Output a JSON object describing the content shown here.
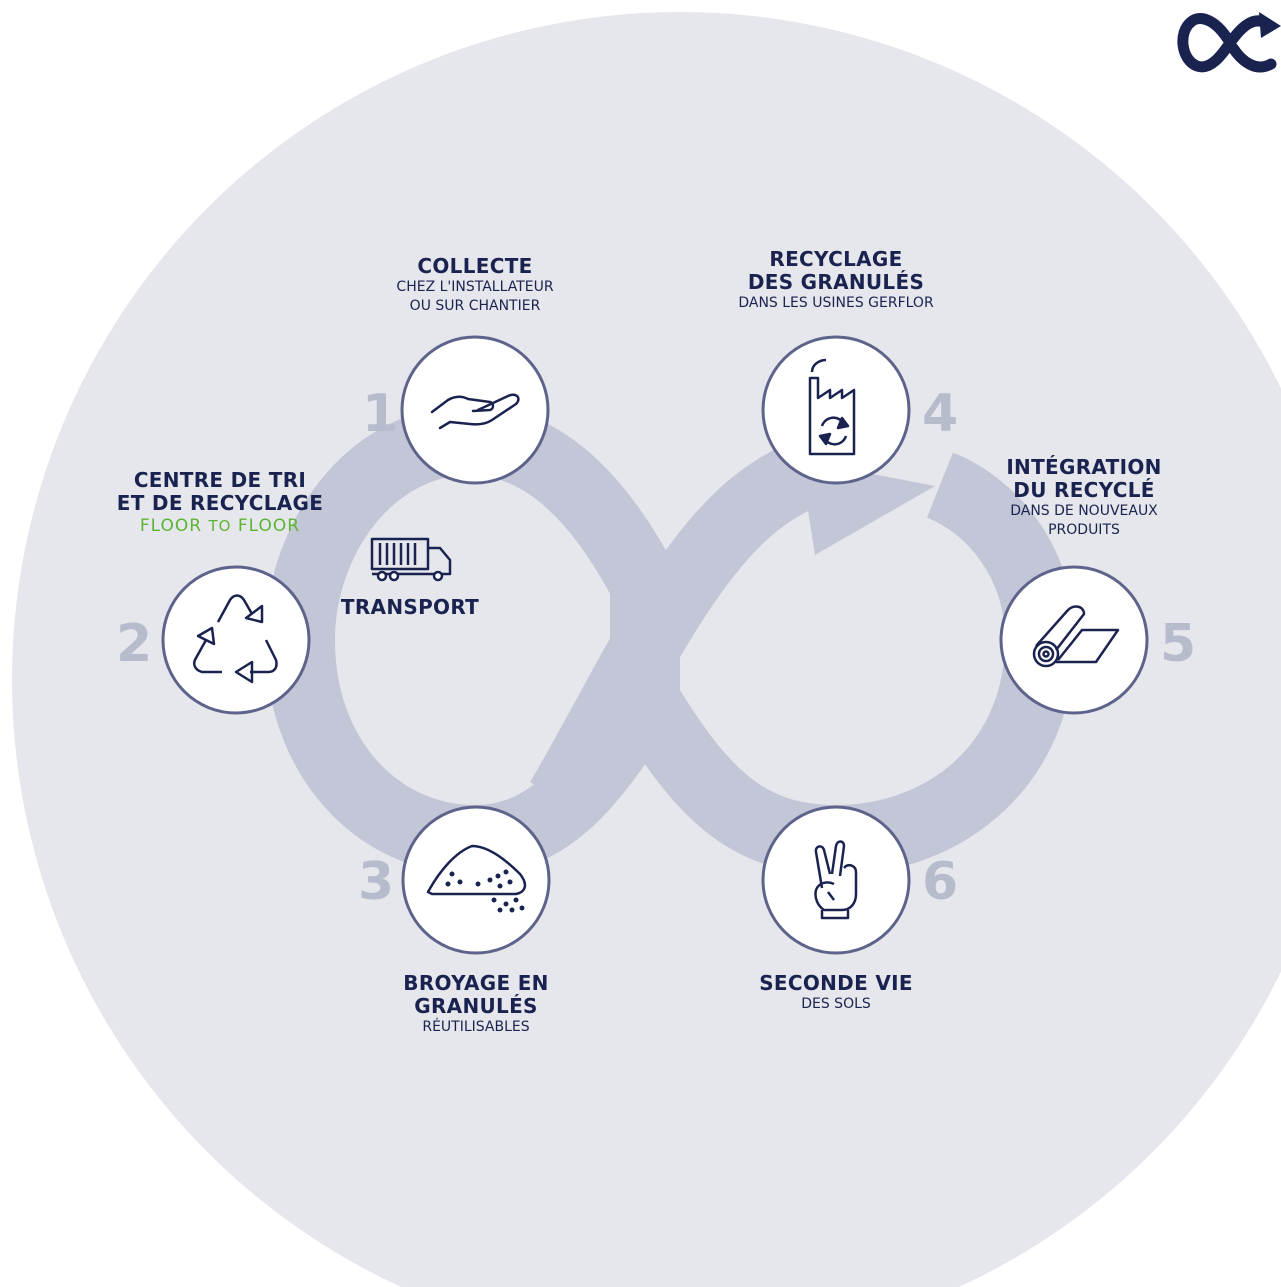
{
  "colors": {
    "background_circle": "#e6e7ec",
    "infinity_band": "#c3c6d6",
    "navy": "#1a2350",
    "step_number": "#b7bccd",
    "brand_green": "#5cb531"
  },
  "logo": {
    "icon": "infinity-arrow-icon"
  },
  "steps": [
    {
      "number": "1",
      "title": "COLLECTE",
      "subtitle_line1": "CHEZ L'INSTALLATEUR",
      "subtitle_line2": "OU SUR CHANTIER",
      "icon": "hand-icon"
    },
    {
      "number": "2",
      "title_line1": "CENTRE DE TRI",
      "title_line2": "ET DE RECYCLAGE",
      "brand_part1": "FLOOR",
      "brand_part2": "TO",
      "brand_part3": "FLOOR",
      "icon": "recycle-icon"
    },
    {
      "number": "3",
      "title_line1": "BROYAGE EN",
      "title_line2": "GRANULÉS",
      "subtitle": "RÉUTILISABLES",
      "icon": "granules-pile-icon"
    },
    {
      "number": "4",
      "title_line1": "RECYCLAGE",
      "title_line2": "DES GRANULÉS",
      "subtitle": "DANS LES USINES GERFLOR",
      "icon": "factory-icon"
    },
    {
      "number": "5",
      "title_line1": "INTÉGRATION",
      "title_line2": "DU RECYCLÉ",
      "subtitle_line1": "DANS DE NOUVEAUX",
      "subtitle_line2": "PRODUITS",
      "icon": "floor-roll-icon"
    },
    {
      "number": "6",
      "title": "SECONDE VIE",
      "subtitle": "DES SOLS",
      "icon": "victory-hand-icon"
    }
  ],
  "transport": {
    "label": "TRANSPORT",
    "icon": "truck-icon"
  }
}
